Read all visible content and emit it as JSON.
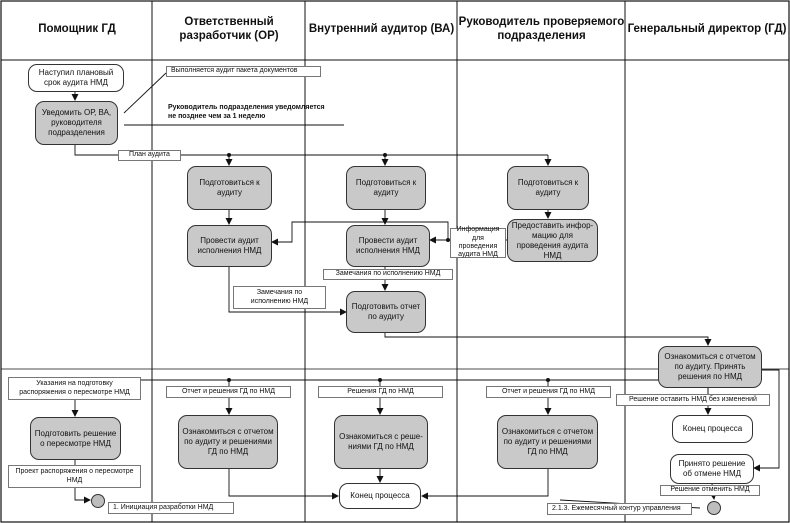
{
  "lanes": [
    "Помощник ГД",
    "Ответственный разработчик (ОР)",
    "Внутренний аудитор (ВА)",
    "Руководитель проверяемого подразделения",
    "Генеральный директор (ГД)"
  ],
  "nodes": {
    "start": "Наступил плановый срок аудита НМД",
    "notify": "Уведомить ОР, ВА, руководителя подразделения",
    "prep_or": "Подготовиться к аудиту",
    "prep_va": "Подготовиться к аудиту",
    "prep_rp": "Подготовиться к аудиту",
    "audit_or": "Провести аудит исполнения НМД",
    "audit_va": "Провести аудит исполнения НМД",
    "provide_info": "Предоставить инфор-мацию для проведения аудита НМД",
    "report_va": "Подготовить отчет по аудиту",
    "review_gd": "Ознакомиться с отчетом по аудиту. Принять решения по НМД",
    "prep_decision": "Подготовить решение о пересмотре НМД",
    "familiar_or": "Ознакомиться с отчетом по аудиту и решениями ГД по НМД",
    "familiar_va": "Ознакомиться с реше-ниями ГД по НМД",
    "familiar_rp": "Ознакомиться с отчетом по аудиту и решениями ГД по НМД",
    "end_center": "Конец процесса",
    "end_gd": "Конец процесса",
    "cancel_gd": "Принято решение об отмене НМД"
  },
  "labels": {
    "audit_package": "Выполняется аудит пакета документов",
    "notice_line1": "Руководитель подразделения уведомляется",
    "notice_line2": "не позднее чем за 1 неделю",
    "plan": "План аудита",
    "info_for_audit": "Информация для проведения аудита НМД",
    "remarks_top": "Замечания по исполнению НМД",
    "remarks_left": "Замечания по исполнению НМД",
    "instructions": "Указания на подготовку распоряжения о пересмотре НМД",
    "report_or": "Отчет и решения ГД по НМД",
    "decisions_va": "Решения ГД по НМД",
    "report_rp": "Отчет и решения ГД по НМД",
    "keep_unchanged": "Решение оставить НМД без изменений",
    "draft_order": "Проект распоряжения о пересмотре НМД",
    "init_nmd": "1. Инициация разработки НМД",
    "cancel_decision": "Решение отменить НМД",
    "monthly": "2.1.3. Ежемесячный контур управления"
  }
}
